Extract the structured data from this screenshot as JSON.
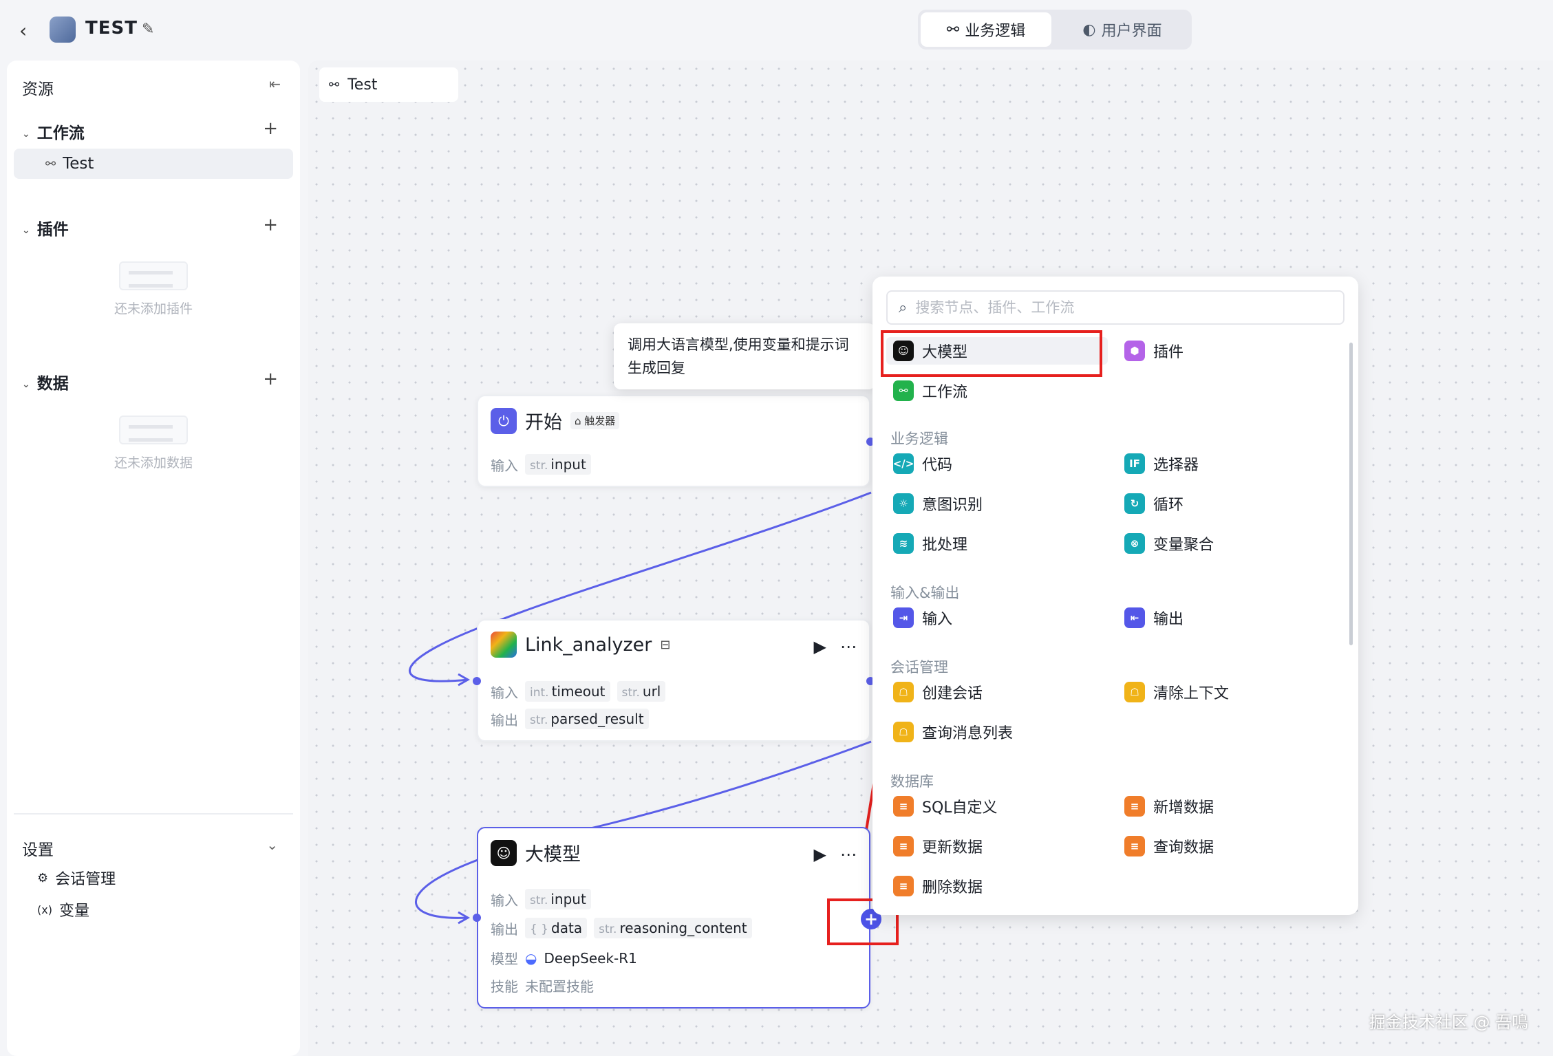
{
  "header": {
    "back_icon": "chevron-left-icon",
    "app_title": "TEST",
    "tabs": [
      {
        "label": "业务逻辑",
        "icon": "workflow-icon",
        "active": true
      },
      {
        "label": "用户界面",
        "icon": "palette-icon",
        "active": false
      }
    ]
  },
  "sidebar": {
    "title": "资源",
    "workflow_section": {
      "label": "工作流",
      "items": [
        {
          "label": "Test"
        }
      ]
    },
    "plugin_section": {
      "label": "插件",
      "empty_text": "还未添加插件"
    },
    "data_section": {
      "label": "数据",
      "empty_text": "还未添加数据"
    },
    "settings": {
      "label": "设置",
      "items": [
        {
          "label": "会话管理",
          "icon": "chat-settings-icon"
        },
        {
          "label": "变量",
          "icon": "variable-icon"
        }
      ]
    }
  },
  "canvas": {
    "tab_label": "Test",
    "tooltip": "调用大语言模型,使用变量和提示词生成回复",
    "nodes": {
      "start": {
        "title": "开始",
        "badge": "触发器",
        "input_label": "输入",
        "inputs": [
          {
            "type": "str.",
            "name": "input"
          }
        ]
      },
      "link_analyzer": {
        "title": "Link_analyzer",
        "input_label": "输入",
        "output_label": "输出",
        "inputs": [
          {
            "type": "int.",
            "name": "timeout"
          },
          {
            "type": "str.",
            "name": "url"
          }
        ],
        "outputs": [
          {
            "type": "str.",
            "name": "parsed_result"
          }
        ]
      },
      "llm": {
        "title": "大模型",
        "input_label": "输入",
        "output_label": "输出",
        "model_label": "模型",
        "skill_label": "技能",
        "inputs": [
          {
            "type": "str.",
            "name": "input"
          }
        ],
        "outputs": [
          {
            "type": "{ }",
            "name": "data"
          },
          {
            "type": "str.",
            "name": "reasoning_content"
          }
        ],
        "model": "DeepSeek-R1",
        "skill": "未配置技能"
      }
    }
  },
  "node_panel": {
    "search_placeholder": "搜索节点、插件、工作流",
    "top_items": [
      {
        "label": "大模型",
        "color": "#111111"
      },
      {
        "label": "插件",
        "color": "#b463e8"
      },
      {
        "label": "工作流",
        "color": "#22b24c"
      }
    ],
    "categories": [
      {
        "title": "业务逻辑",
        "items": [
          {
            "label": "代码",
            "color": "#15a9b6"
          },
          {
            "label": "选择器",
            "color": "#15a9b6"
          },
          {
            "label": "意图识别",
            "color": "#15a9b6"
          },
          {
            "label": "循环",
            "color": "#15a9b6"
          },
          {
            "label": "批处理",
            "color": "#15a9b6"
          },
          {
            "label": "变量聚合",
            "color": "#15a9b6"
          }
        ]
      },
      {
        "title": "输入&输出",
        "items": [
          {
            "label": "输入",
            "color": "#5457e8"
          },
          {
            "label": "输出",
            "color": "#5457e8"
          }
        ]
      },
      {
        "title": "会话管理",
        "items": [
          {
            "label": "创建会话",
            "color": "#f0b318"
          },
          {
            "label": "清除上下文",
            "color": "#f0b318"
          },
          {
            "label": "查询消息列表",
            "color": "#f0b318"
          }
        ]
      },
      {
        "title": "数据库",
        "items": [
          {
            "label": "SQL自定义",
            "color": "#f07d2a"
          },
          {
            "label": "新增数据",
            "color": "#f07d2a"
          },
          {
            "label": "更新数据",
            "color": "#f07d2a"
          },
          {
            "label": "查询数据",
            "color": "#f07d2a"
          },
          {
            "label": "删除数据",
            "color": "#f07d2a"
          }
        ]
      }
    ]
  },
  "annotation": {
    "highlight_color": "#e6201e"
  },
  "watermark": "掘金技术社区 @ 吾鳴"
}
